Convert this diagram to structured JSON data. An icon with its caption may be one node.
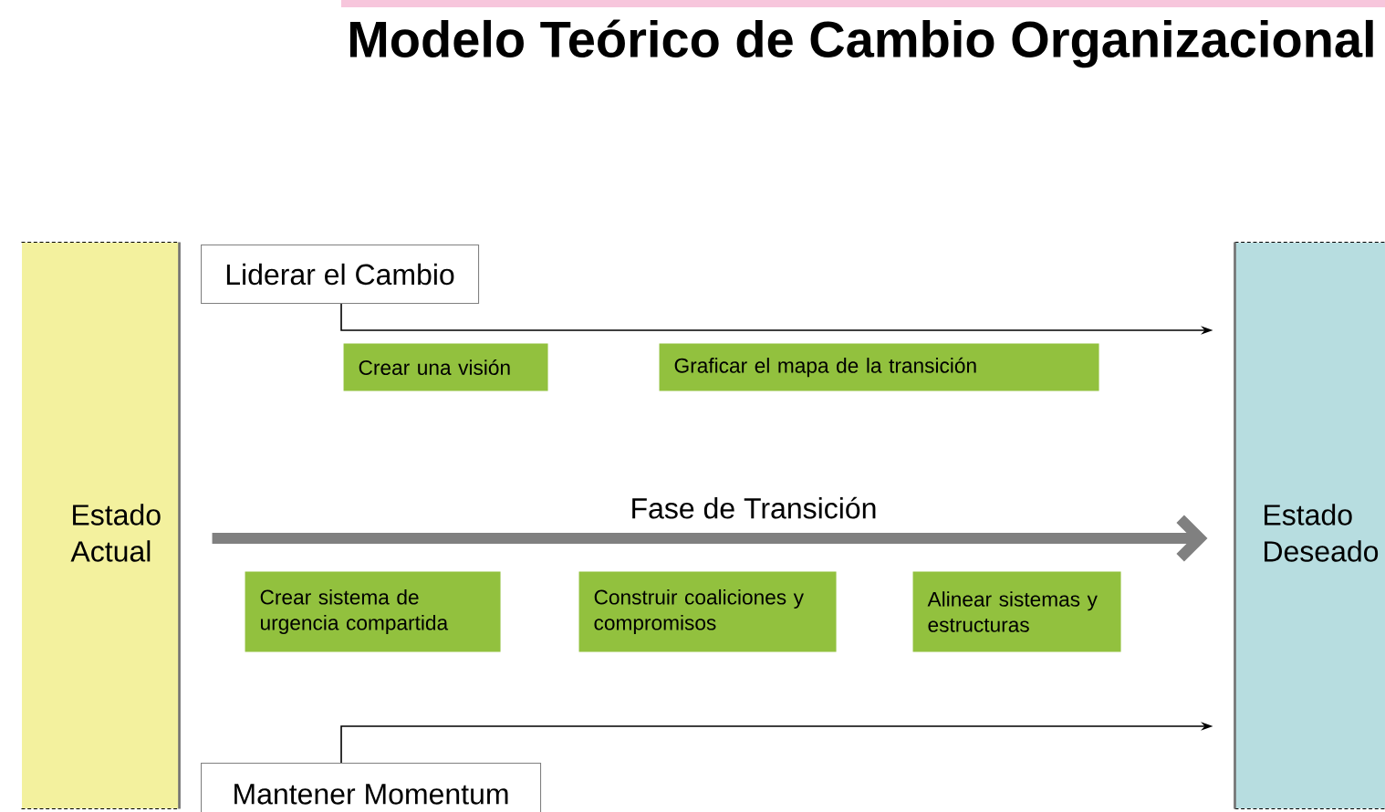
{
  "diagram": {
    "title": "Modelo Teórico de Cambio Organizacional",
    "nodes": [
      {
        "text": [
          "Estado Actual"
        ]
      },
      {
        "text": [
          "Liderar el Cambio"
        ]
      },
      {
        "text": [
          "Crear una visión"
        ]
      },
      {
        "text": [
          "Graficar el mapa de la transición"
        ]
      },
      {
        "text": [
          "Estado Deseado"
        ]
      },
      {
        "text": [
          "Crear sistema de urgencia compartida"
        ]
      },
      {
        "text": [
          "Construir coaliciones y compromisos"
        ]
      },
      {
        "text": [
          "Alinear sistemas y estructuras"
        ]
      },
      {
        "text": [
          "Mantener Momentum"
        ]
      }
    ],
    "edges": [
      {
        "from": 1,
        "to": 4,
        "arrow": "to"
      },
      {
        "from": 0,
        "to": 4,
        "arrow": "to",
        "style": "thick",
        "color": "#808080",
        "label": "Fase de Transición"
      },
      {
        "from": 8,
        "to": 4,
        "arrow": "to"
      }
    ]
  }
}
